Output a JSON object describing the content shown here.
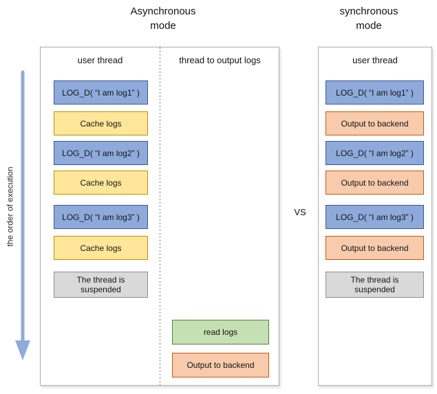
{
  "page": {
    "left_title": "Asynchronous mode",
    "right_title": "synchronous mode",
    "vs_label": "VS"
  },
  "execution_axis": {
    "label": "the order of execution",
    "arrow_color": "#8FAADC",
    "direction": "top-to-bottom"
  },
  "async_panel": {
    "user_thread_header": "user thread",
    "output_thread_header": "thread to output logs",
    "user_thread_steps": [
      {
        "label": "LOG_D( “I am log1” )",
        "type": "log-call"
      },
      {
        "label": "Cache logs",
        "type": "cache"
      },
      {
        "label": "LOG_D( “I am log2” )",
        "type": "log-call"
      },
      {
        "label": "Cache logs",
        "type": "cache"
      },
      {
        "label": "LOG_D( “I am log3” )",
        "type": "log-call"
      },
      {
        "label": "Cache logs",
        "type": "cache"
      },
      {
        "label": "The thread is suspended",
        "type": "suspended"
      }
    ],
    "output_thread_steps": [
      {
        "label": "read logs",
        "type": "read"
      },
      {
        "label": "Output to backend",
        "type": "output"
      }
    ]
  },
  "sync_panel": {
    "user_thread_header": "user thread",
    "user_thread_steps": [
      {
        "label": "LOG_D( “I am log1” )",
        "type": "log-call"
      },
      {
        "label": "Output to backend",
        "type": "output"
      },
      {
        "label": "LOG_D( “I am log2” )",
        "type": "log-call"
      },
      {
        "label": "Output to backend",
        "type": "output"
      },
      {
        "label": "LOG_D( “I am log3” )",
        "type": "log-call"
      },
      {
        "label": "Output to backend",
        "type": "output"
      },
      {
        "label": "The thread is suspended",
        "type": "suspended"
      }
    ]
  },
  "colors": {
    "log_call_fill": "#8EAADB",
    "log_call_border": "#3A5795",
    "cache_fill": "#FFE699",
    "cache_border": "#BF9000",
    "output_fill": "#F7CBAC",
    "output_border": "#C55A11",
    "read_fill": "#C5E0B3",
    "read_border": "#538135",
    "suspended_fill": "#D9D9D9",
    "suspended_border": "#8C8C8C",
    "panel_border": "#ACACAC",
    "arrow": "#8FAADC"
  }
}
